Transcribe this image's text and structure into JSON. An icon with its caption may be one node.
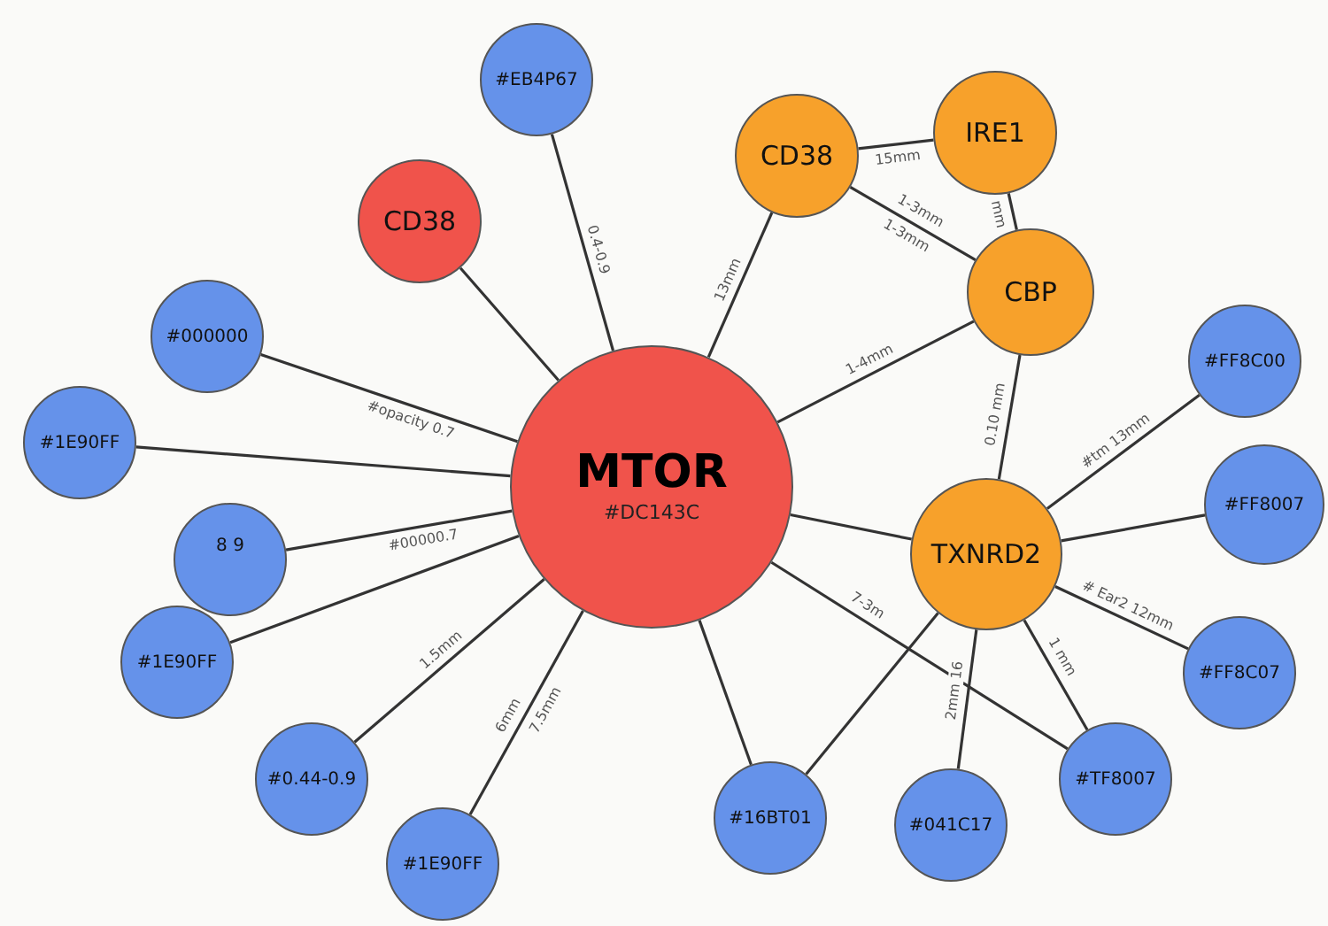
{
  "diagram": {
    "nodes": [
      {
        "text": [
          "MTOR",
          "#DC143C"
        ]
      },
      {
        "text": [
          "#EB4P67"
        ]
      },
      {
        "text": [
          "CD38"
        ]
      },
      {
        "text": [
          "#000000"
        ]
      },
      {
        "text": [
          "#1E90FF"
        ]
      },
      {
        "text": [
          "8 9"
        ]
      },
      {
        "text": [
          "#1E90FF"
        ]
      },
      {
        "text": [
          "#0.44-0.9"
        ]
      },
      {
        "text": [
          "#1E90FF"
        ]
      },
      {
        "text": [
          "CD38"
        ]
      },
      {
        "text": [
          "IRE1"
        ]
      },
      {
        "text": [
          "CBP"
        ]
      },
      {
        "text": [
          "TXNRD2"
        ]
      },
      {
        "text": [
          "#FF8C00"
        ]
      },
      {
        "text": [
          "#FF8007"
        ]
      },
      {
        "text": [
          "#FF8C07"
        ]
      },
      {
        "text": [
          "#16BT01"
        ]
      },
      {
        "text": [
          "#041C17"
        ]
      },
      {
        "text": [
          "#TF8007"
        ]
      }
    ],
    "edges": [
      {
        "from": 0,
        "to": 1,
        "arrow": "none",
        "label": "0.4-0.9"
      },
      {
        "from": 0,
        "to": 2,
        "arrow": "none"
      },
      {
        "from": 0,
        "to": 3,
        "arrow": "none",
        "label": "#opacity 0.7"
      },
      {
        "from": 0,
        "to": 4,
        "arrow": "none"
      },
      {
        "from": 0,
        "to": 5,
        "arrow": "none",
        "label": "#00000.7"
      },
      {
        "from": 0,
        "to": 6,
        "arrow": "none"
      },
      {
        "from": 0,
        "to": 7,
        "arrow": "none",
        "label": "1.5mm"
      },
      {
        "from": 0,
        "to": 8,
        "arrow": "none",
        "label": "7.5mm"
      },
      {
        "from": 0,
        "to": 9,
        "arrow": "none",
        "label": "13mm"
      },
      {
        "from": 0,
        "to": 11,
        "arrow": "none",
        "label": "1-4mm"
      },
      {
        "from": 0,
        "to": 12,
        "arrow": "none"
      },
      {
        "from": 0,
        "to": 16,
        "arrow": "none"
      },
      {
        "from": 0,
        "to": 18,
        "arrow": "none",
        "label": "7-3m"
      },
      {
        "from": 9,
        "to": 10,
        "arrow": "none",
        "label": "15mm"
      },
      {
        "from": 9,
        "to": 11,
        "arrow": "none",
        "label": "1-3mm"
      },
      {
        "from": 10,
        "to": 11,
        "arrow": "none",
        "label": "mm"
      },
      {
        "from": 11,
        "to": 12,
        "arrow": "none",
        "label": "0.10 mm"
      },
      {
        "from": 12,
        "to": 13,
        "arrow": "none",
        "label": "#tm 13mm"
      },
      {
        "from": 12,
        "to": 14,
        "arrow": "none"
      },
      {
        "from": 12,
        "to": 15,
        "arrow": "none",
        "label": "# Ear2 12mm"
      },
      {
        "from": 12,
        "to": 16,
        "arrow": "none"
      },
      {
        "from": 12,
        "to": 17,
        "arrow": "none",
        "label": "2mm 16"
      },
      {
        "from": 12,
        "to": 18,
        "arrow": "none",
        "label": "1 mm"
      }
    ],
    "labels": [
      "6mm",
      "1-3mm"
    ]
  }
}
